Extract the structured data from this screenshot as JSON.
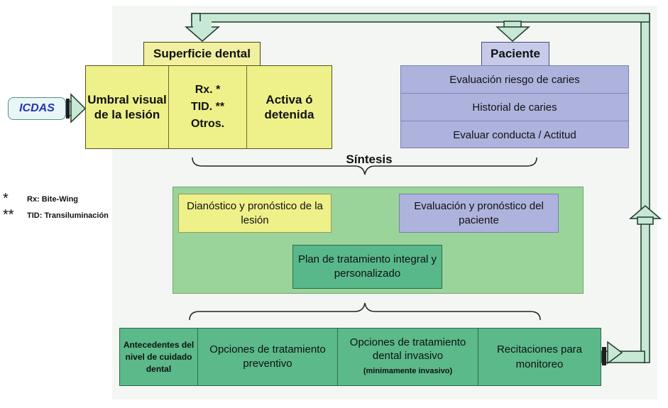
{
  "icdas": "ICDAS",
  "superficie": {
    "title": "Superficie dental",
    "col1": "Umbral visual de la lesión",
    "col2": {
      "line1": "Rx.",
      "star1": "*",
      "line2": "TID.",
      "star2": "**",
      "line3": "Otros."
    },
    "col3": "Activa ó detenida"
  },
  "paciente": {
    "title": "Paciente",
    "items": [
      "Evaluación riesgo de caries",
      "Historial de caries",
      "Evaluar conducta / Actitud"
    ]
  },
  "sintesis": "Síntesis",
  "legend": [
    {
      "symbol": "*",
      "text": "Rx: Bite-Wing"
    },
    {
      "symbol": "**",
      "text": "TID: Transiluminación"
    }
  ],
  "center": {
    "diagnostico": "Dianóstico y pronóstico de la lesión",
    "evaluacion": "Evaluación y pronóstico del paciente",
    "plan": "Plan de tratamiento integral y personalizado"
  },
  "bottom": {
    "antecedentes": "Antecedentes del nivel de cuidado dental",
    "preventivo": "Opciones de tratamiento preventivo",
    "invasivo": "Opciones de tratamiento dental invasivo",
    "invasivo_sub": "(minimamente invasivo)",
    "recitaciones": "Recitaciones para monitoreo"
  },
  "colors": {
    "yellow": "#eef08a",
    "lavender": "#aeb3de",
    "green_panel": "#9bd49a",
    "green_dark": "#58b88a",
    "arrow_fill": "#c6e8d4",
    "arrow_stroke": "#1e3a2a"
  }
}
